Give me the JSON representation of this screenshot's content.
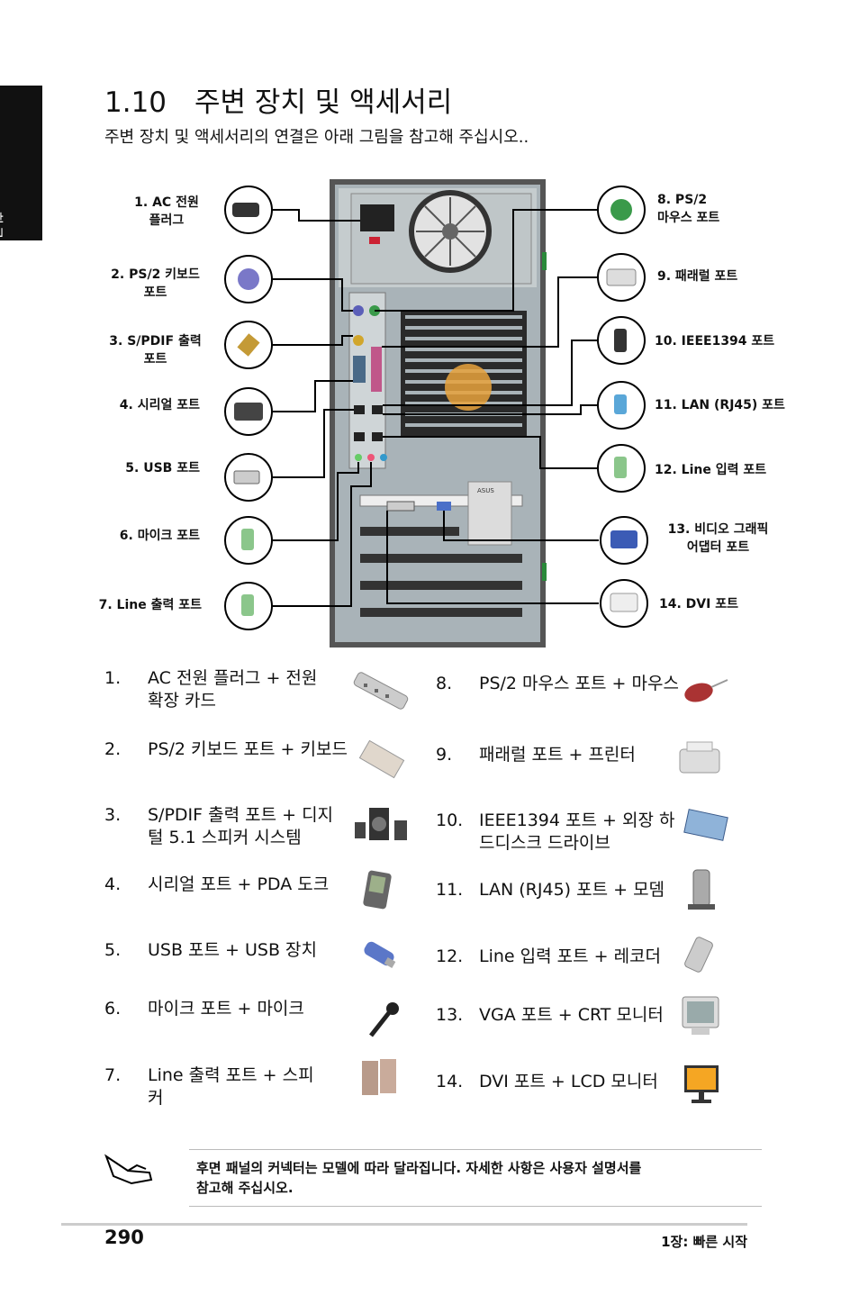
{
  "side_tab": {
    "label": "한국어"
  },
  "header": {
    "section_number": "1.10",
    "title": "주변 장치 및 액세서리",
    "subtitle": "주변 장치 및 액세서리의 연결은 아래 그림을 참고해 주십시오.."
  },
  "diagram": {
    "left_labels": [
      {
        "line1": "1. AC 전원",
        "line2": "플러그"
      },
      {
        "line1": "2. PS/2 키보드",
        "line2": "포트"
      },
      {
        "line1": "3. S/PDIF 출력",
        "line2": "포트"
      },
      {
        "line1": "4. 시리얼 포트",
        "line2": ""
      },
      {
        "line1": "5. USB 포트",
        "line2": ""
      },
      {
        "line1": "6. 마이크 포트",
        "line2": ""
      },
      {
        "line1": "7. Line 출력 포트",
        "line2": ""
      }
    ],
    "right_labels": [
      {
        "line1": "8. PS/2",
        "line2": "마우스 포트"
      },
      {
        "line1": "9. 패래럴 포트",
        "line2": ""
      },
      {
        "line1": "10. IEEE1394 포트",
        "line2": ""
      },
      {
        "line1": "11. LAN (RJ45) 포트",
        "line2": ""
      },
      {
        "line1": "12. Line 입력 포트",
        "line2": ""
      },
      {
        "line1": "13. 비디오 그래픽",
        "line2": "어댑터 포트"
      },
      {
        "line1": "14. DVI 포트",
        "line2": ""
      }
    ],
    "brand": "ASUS"
  },
  "list_left": [
    {
      "num": "1.",
      "line1": "AC 전원 플러그 + 전원",
      "line2": "확장 카드",
      "icon": "power-strip-icon"
    },
    {
      "num": "2.",
      "line1": "PS/2 키보드 포트 + 키보드",
      "line2": "",
      "icon": "keyboard-icon"
    },
    {
      "num": "3.",
      "line1": "S/PDIF 출력 포트 + 디지",
      "line2": "털 5.1 스피커 시스템",
      "icon": "speaker-system-icon"
    },
    {
      "num": "4.",
      "line1": "시리얼 포트 + PDA 도크",
      "line2": "",
      "icon": "pda-icon"
    },
    {
      "num": "5.",
      "line1": "USB 포트 + USB 장치",
      "line2": "",
      "icon": "usb-drive-icon"
    },
    {
      "num": "6.",
      "line1": "마이크 포트 + 마이크",
      "line2": "",
      "icon": "microphone-icon"
    },
    {
      "num": "7.",
      "line1": "Line 출력 포트 + 스피",
      "line2": "커",
      "icon": "speakers-icon"
    }
  ],
  "list_right": [
    {
      "num": "8.",
      "line1": "PS/2 마우스 포트 + 마우스",
      "line2": "",
      "icon": "mouse-icon"
    },
    {
      "num": "9.",
      "line1": "패래럴 포트 + 프린터",
      "line2": "",
      "icon": "printer-icon"
    },
    {
      "num": "10.",
      "line1": "IEEE1394 포트 + 외장 하",
      "line2": "드디스크 드라이브",
      "icon": "external-hdd-icon"
    },
    {
      "num": "11.",
      "line1": "LAN (RJ45) 포트 + 모뎀",
      "line2": "",
      "icon": "modem-icon"
    },
    {
      "num": "12.",
      "line1": "Line 입력 포트 + 레코더",
      "line2": "",
      "icon": "recorder-icon"
    },
    {
      "num": "13.",
      "line1": "VGA 포트 + CRT 모니터",
      "line2": "",
      "icon": "crt-monitor-icon"
    },
    {
      "num": "14.",
      "line1": "DVI 포트 + LCD 모니터",
      "line2": "",
      "icon": "lcd-monitor-icon"
    }
  ],
  "note": {
    "line1": "후면 패널의 커넥터는 모델에 따라 달라집니다. 자세한 사항은 사용자 설명서를",
    "line2": "참고해 주십시오."
  },
  "footer": {
    "page_number": "290",
    "chapter": "1장: 빠른 시작"
  }
}
